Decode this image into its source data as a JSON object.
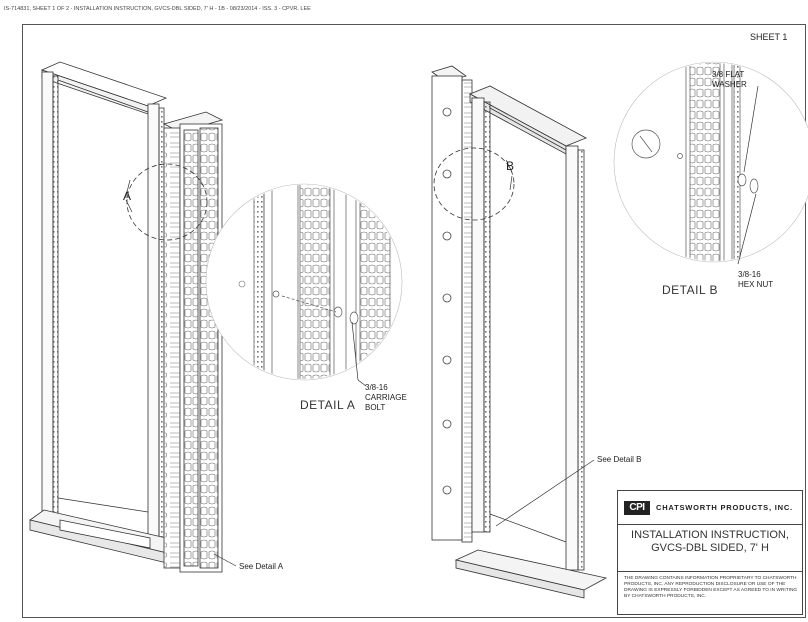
{
  "header": {
    "doc_line": "IS-714831,   SHEET 1 OF 2 - INSTALLATION INSTRUCTION, GVCS-DBL SIDED, 7' H  - 1B - 08/23/2014 - ISS. 3 - CPVR. LEE",
    "sheet": "SHEET 1"
  },
  "callouts": {
    "detail_a_marker": "A",
    "detail_b_marker": "B",
    "see_detail_a": "See Detail A",
    "see_detail_b": "See Detail B",
    "detail_a_title": "DETAIL A",
    "detail_b_title": "DETAIL B",
    "carriage_bolt": [
      "3/8-16",
      "CARRIAGE",
      "BOLT"
    ],
    "flat_washer": [
      "3/8 FLAT",
      "WASHER"
    ],
    "hex_nut": [
      "3/8-16",
      "HEX NUT"
    ]
  },
  "title_block": {
    "logo": "CPI",
    "company": "CHATSWORTH PRODUCTS, INC.",
    "title_line1": "INSTALLATION INSTRUCTION,",
    "title_line2": "GVCS-DBL SIDED, 7' H",
    "notice": "THE DRAWING CONTAINS INFORMATION PROPRIETARY TO CHATSWORTH PRODUCTS, INC. ANY REPRODUCTION DISCLOSURE OR USE OF THE DRAWING IS EXPRESSLY FORBIDDEN EXCEPT AS AGREED TO IN WRITING BY CHATSWORTH PRODUCTS, INC."
  }
}
